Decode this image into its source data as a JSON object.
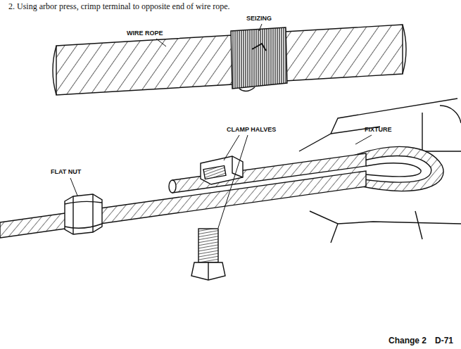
{
  "diagram": {
    "labels": [
      "2. Using arbor press, crimp terminal to opposite end of wire rope.",
      "SEIZING",
      "WIRE ROPE",
      "CLAMP HALVES",
      "FIXTURE",
      "FLAT NUT",
      "Change 2",
      "D-71"
    ]
  }
}
